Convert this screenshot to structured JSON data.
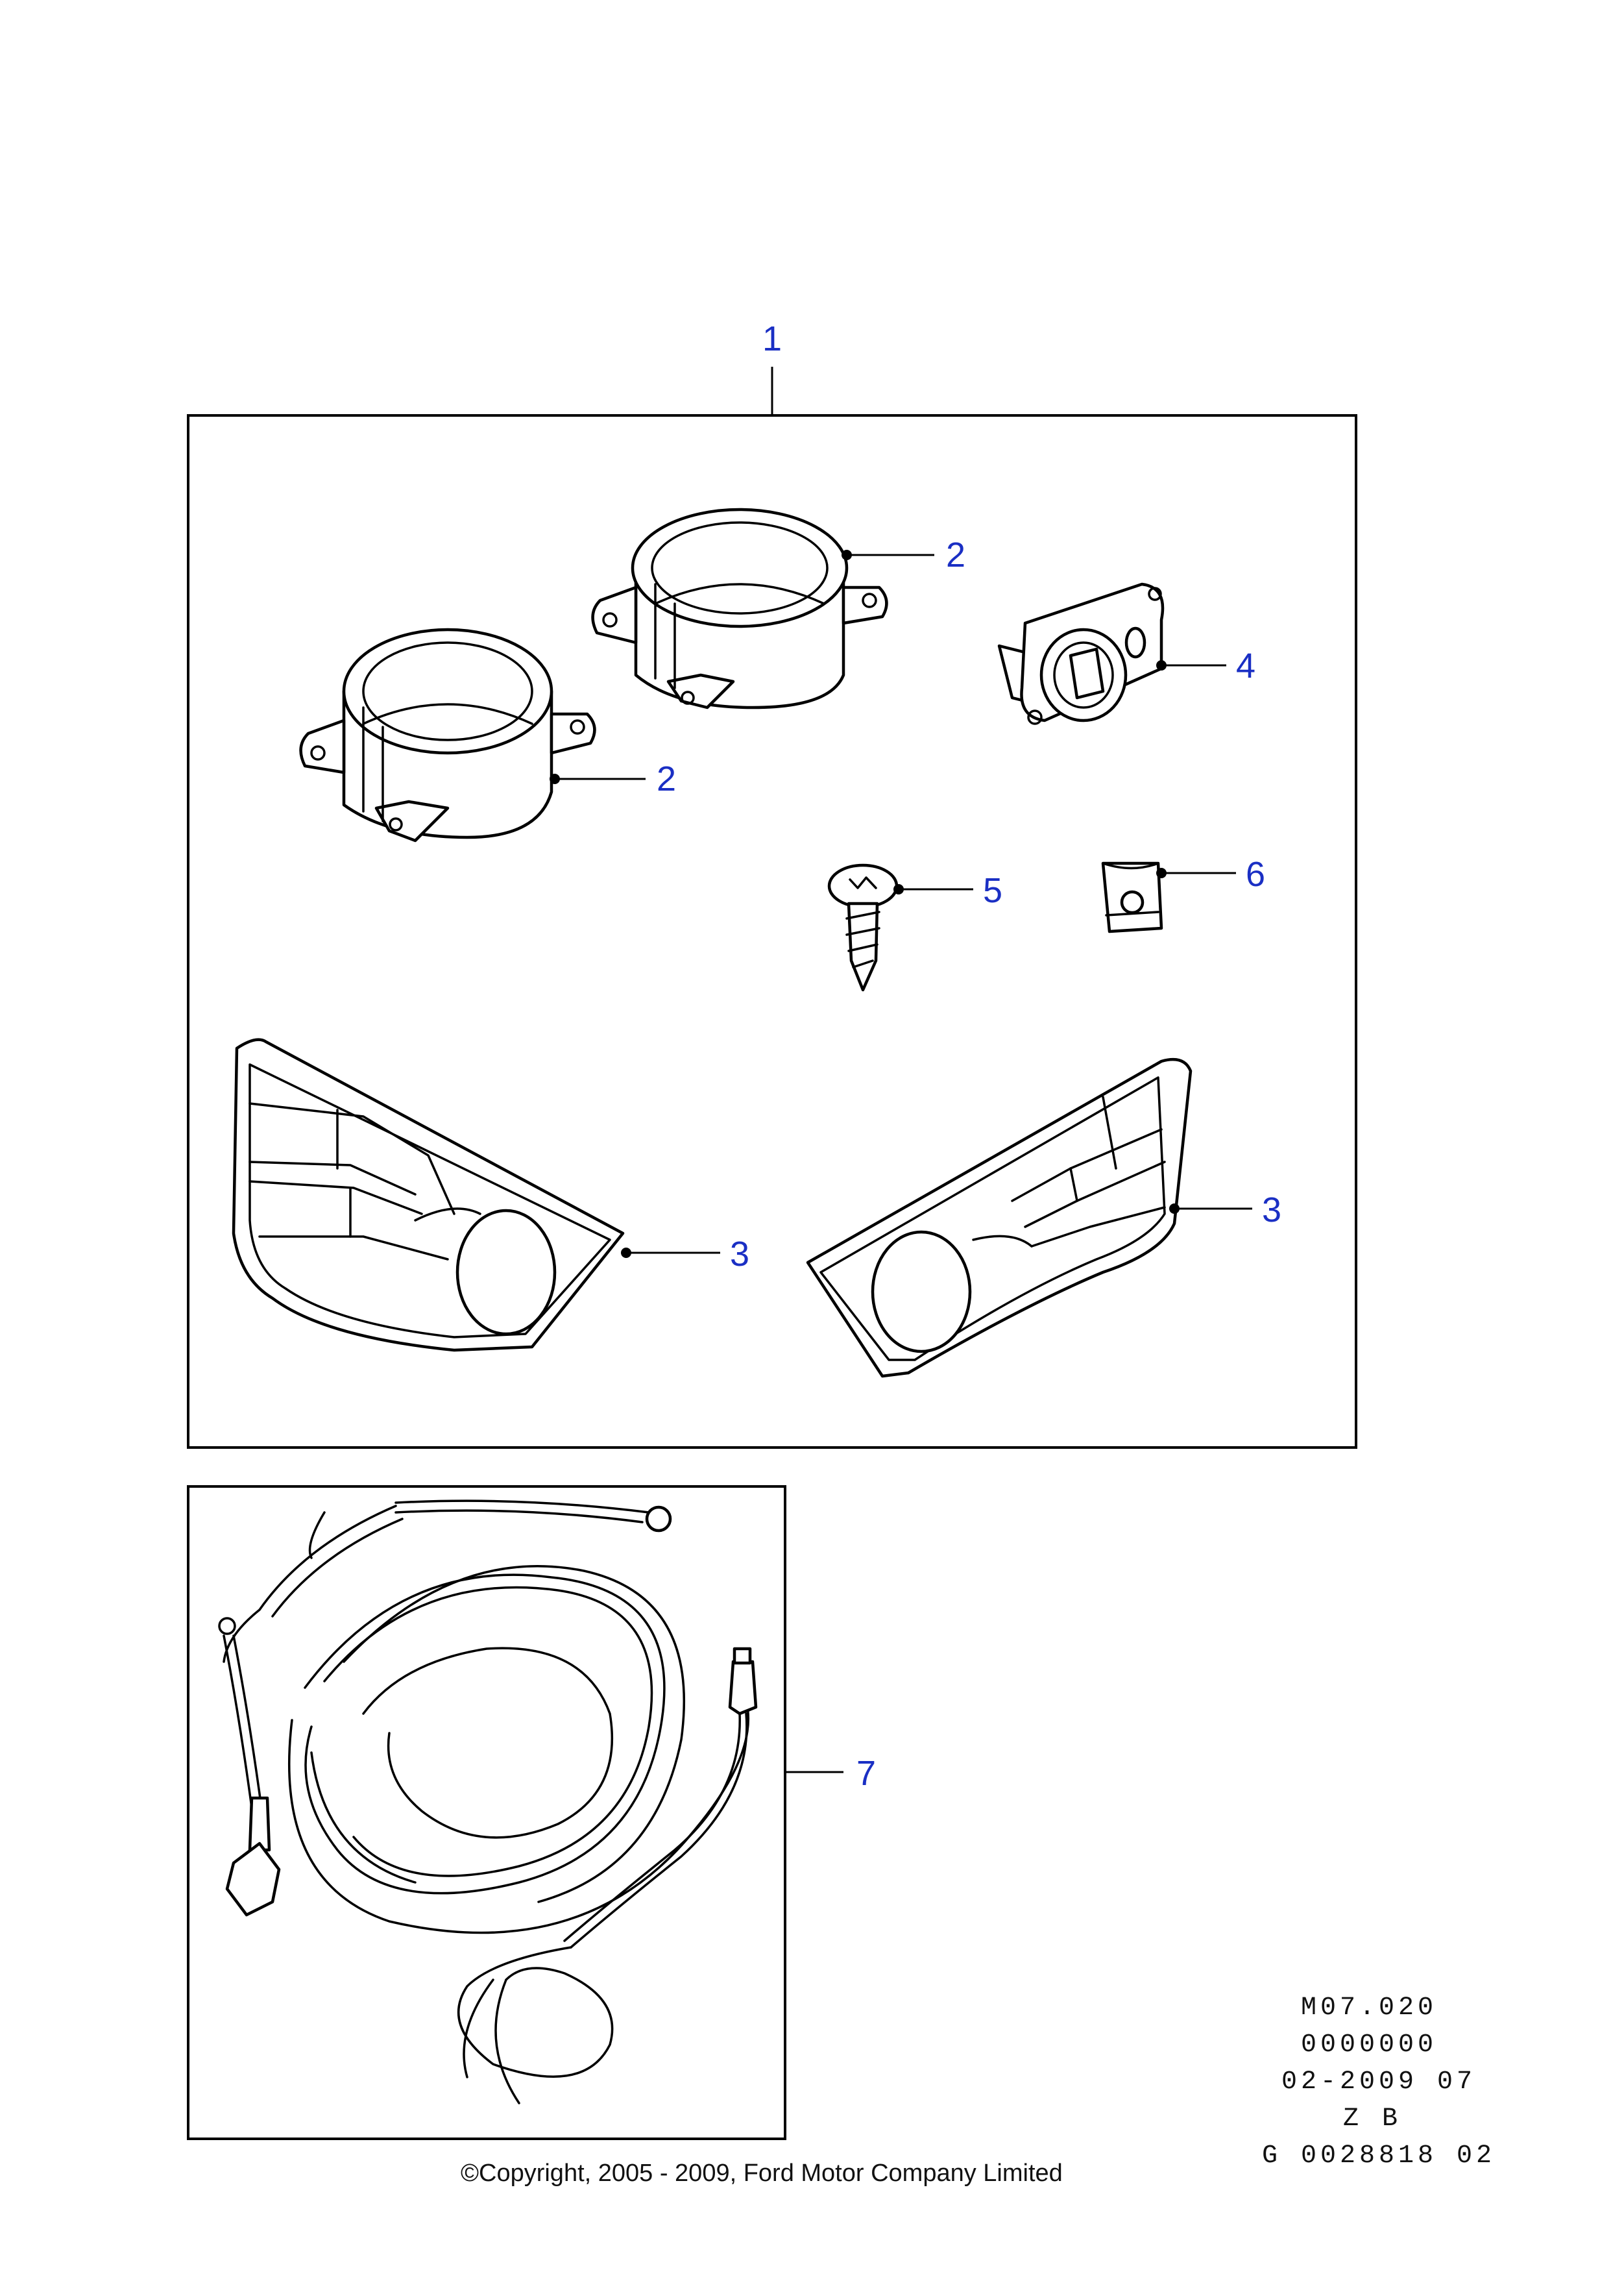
{
  "diagram": {
    "callouts": [
      {
        "id": "kit",
        "label": "1"
      },
      {
        "id": "housing-upper",
        "label": "2"
      },
      {
        "id": "housing-lower",
        "label": "2"
      },
      {
        "id": "bezel-left",
        "label": "3"
      },
      {
        "id": "bezel-right",
        "label": "3"
      },
      {
        "id": "switch",
        "label": "4"
      },
      {
        "id": "screw",
        "label": "5"
      },
      {
        "id": "clip-nut",
        "label": "6"
      },
      {
        "id": "wiring-harness",
        "label": "7"
      }
    ],
    "reference_block": [
      "M07.020",
      "0000000",
      "02-2009 07",
      "Z B",
      "G 0028818 02"
    ],
    "copyright": "©Copyright, 2005 - 2009, Ford Motor Company Limited"
  }
}
